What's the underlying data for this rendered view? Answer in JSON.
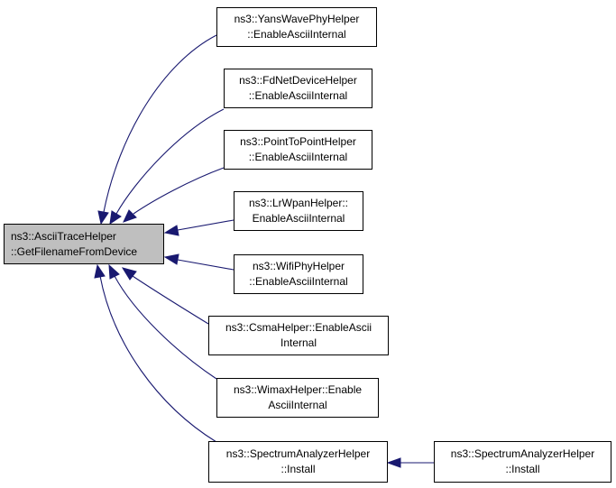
{
  "colors": {
    "edge": "#191970",
    "focus_fill": "#bfbfbf",
    "node_fill": "#ffffff",
    "border": "#000000"
  },
  "nodes": {
    "focus": {
      "line1": "ns3::AsciiTraceHelper",
      "line2": "::GetFilenameFromDevice"
    },
    "yans": {
      "line1": "ns3::YansWavePhyHelper",
      "line2": "::EnableAsciiInternal"
    },
    "fdnet": {
      "line1": "ns3::FdNetDeviceHelper",
      "line2": "::EnableAsciiInternal"
    },
    "p2p": {
      "line1": "ns3::PointToPointHelper",
      "line2": "::EnableAsciiInternal"
    },
    "lrwpan": {
      "line1": "ns3::LrWpanHelper::",
      "line2": "EnableAsciiInternal"
    },
    "wifi": {
      "line1": "ns3::WifiPhyHelper",
      "line2": "::EnableAsciiInternal"
    },
    "csma": {
      "line1": "ns3::CsmaHelper::EnableAscii",
      "line2": "Internal"
    },
    "wimax": {
      "line1": "ns3::WimaxHelper::Enable",
      "line2": "AsciiInternal"
    },
    "spectrum1": {
      "line1": "ns3::SpectrumAnalyzerHelper",
      "line2": "::Install"
    },
    "spectrum2": {
      "line1": "ns3::SpectrumAnalyzerHelper",
      "line2": "::Install"
    }
  }
}
